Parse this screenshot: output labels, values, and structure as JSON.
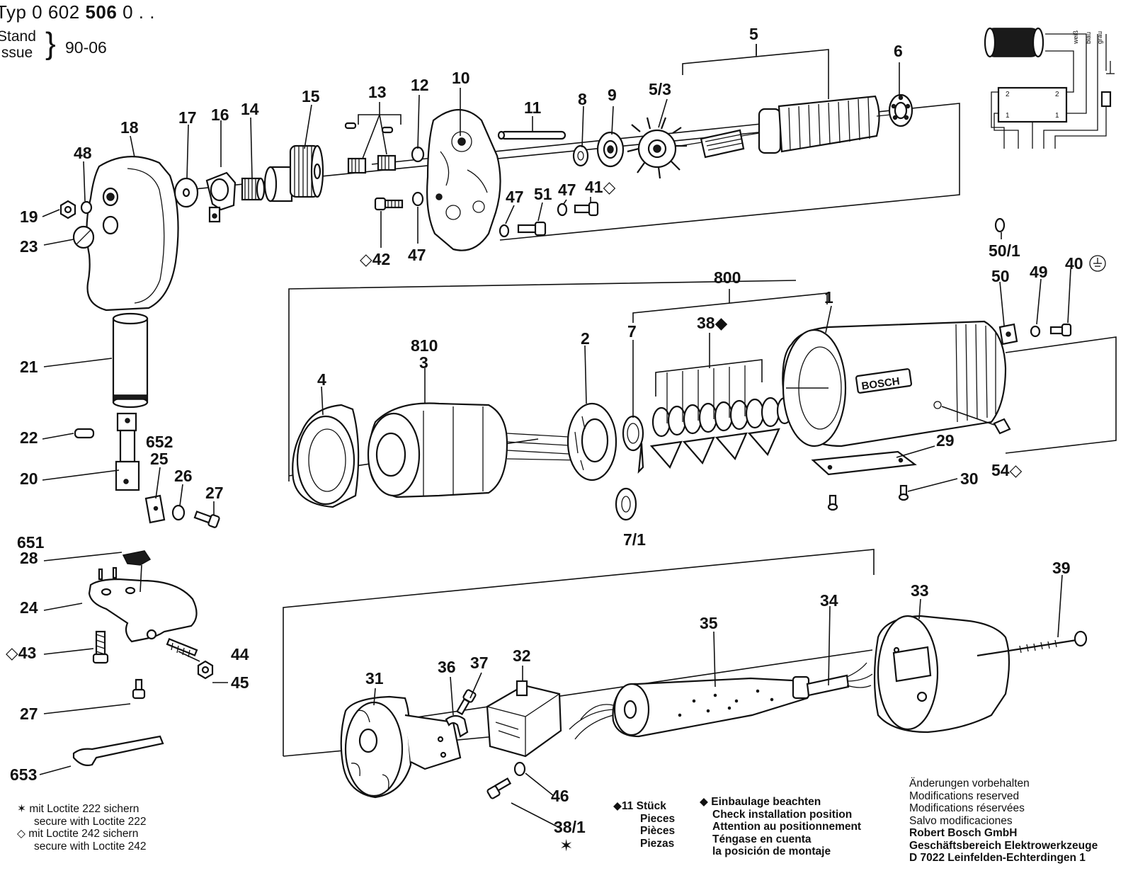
{
  "header": {
    "typ_prefix": "Typ",
    "typ_number": "0 602",
    "typ_bold": "506",
    "typ_suffix": "0 . .",
    "stand_de": "Stand",
    "stand_en": "Issue",
    "date": "90-06"
  },
  "brand": "BOSCH",
  "part_labels": [
    "5",
    "6",
    "13",
    "12",
    "10",
    "11",
    "8",
    "9",
    "5/3",
    "15",
    "14",
    "16",
    "17",
    "18",
    "48",
    "19",
    "23",
    "47",
    "51",
    "47",
    "41◇",
    "◇42",
    "47",
    "50/1",
    "800",
    "40",
    "50",
    "49",
    "1",
    "38◆",
    "810",
    "3",
    "2",
    "7",
    "4",
    "21",
    "29",
    "22",
    "652",
    "25",
    "54◇",
    "30",
    "20",
    "26",
    "27",
    "7/1",
    "651",
    "28",
    "24",
    "39",
    "33",
    "34",
    "35",
    "◇43",
    "44",
    "45",
    "31",
    "36",
    "37",
    "32",
    "27",
    "653",
    "46",
    "38/1",
    "✶"
  ],
  "notes": {
    "loctite": [
      {
        "symbol": "✶",
        "de": "mit Loctite 222 sichern",
        "en": "secure with Loctite 222"
      },
      {
        "symbol": "◇",
        "de": "mit Loctite 242 sichern",
        "en": "secure with Loctite 242"
      }
    ],
    "pieces": {
      "symbol": "◆",
      "count": "11",
      "de": "Stück",
      "en": "Pieces",
      "fr": "Pièces",
      "es": "Piezas"
    },
    "install": {
      "symbol": "◆",
      "de": "Einbaulage beachten",
      "en": "Check installation position",
      "fr": "Attention au positionnement",
      "es": "Téngase en cuenta",
      "es2": "la posición de montaje"
    },
    "company": {
      "mod_de": "Änderungen vorbehalten",
      "mod_en": "Modifications reserved",
      "mod_fr": "Modifications réservées",
      "mod_es": "Salvo modificaciones",
      "name": "Robert Bosch GmbH",
      "division": "Geschäftsbereich Elektrowerkzeuge",
      "address": "D 7022 Leinfelden-Echterdingen 1"
    }
  },
  "wiring": {
    "wire_labels": [
      "weiß",
      "blau",
      "grau"
    ],
    "terminals": [
      "2",
      "2",
      "1",
      "1"
    ]
  }
}
